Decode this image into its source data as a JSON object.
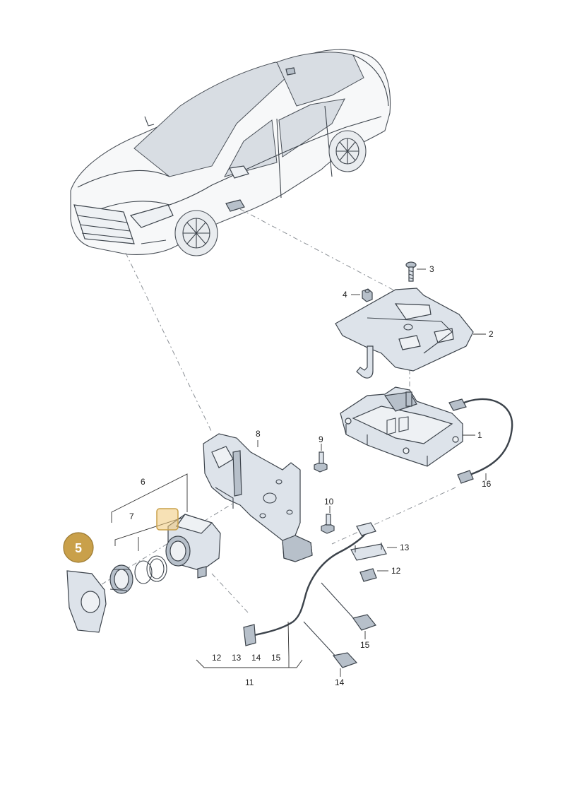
{
  "diagram": {
    "callouts": {
      "c1": "1",
      "c2": "2",
      "c3": "3",
      "c4": "4",
      "c5": "5",
      "c6": "6",
      "c7": "7",
      "c8": "8",
      "c9": "9",
      "c10": "10",
      "c11": "11",
      "c12": "12",
      "c13": "13",
      "c14": "14",
      "c15": "15",
      "c16": "16",
      "g12": "12",
      "g13": "13",
      "g14": "14",
      "g15": "15"
    },
    "colors": {
      "highlight_badge": "#c9a04a",
      "highlight_box": "#f0c878",
      "part_fill": "#dde3ea",
      "outline": "#3c434b"
    }
  }
}
